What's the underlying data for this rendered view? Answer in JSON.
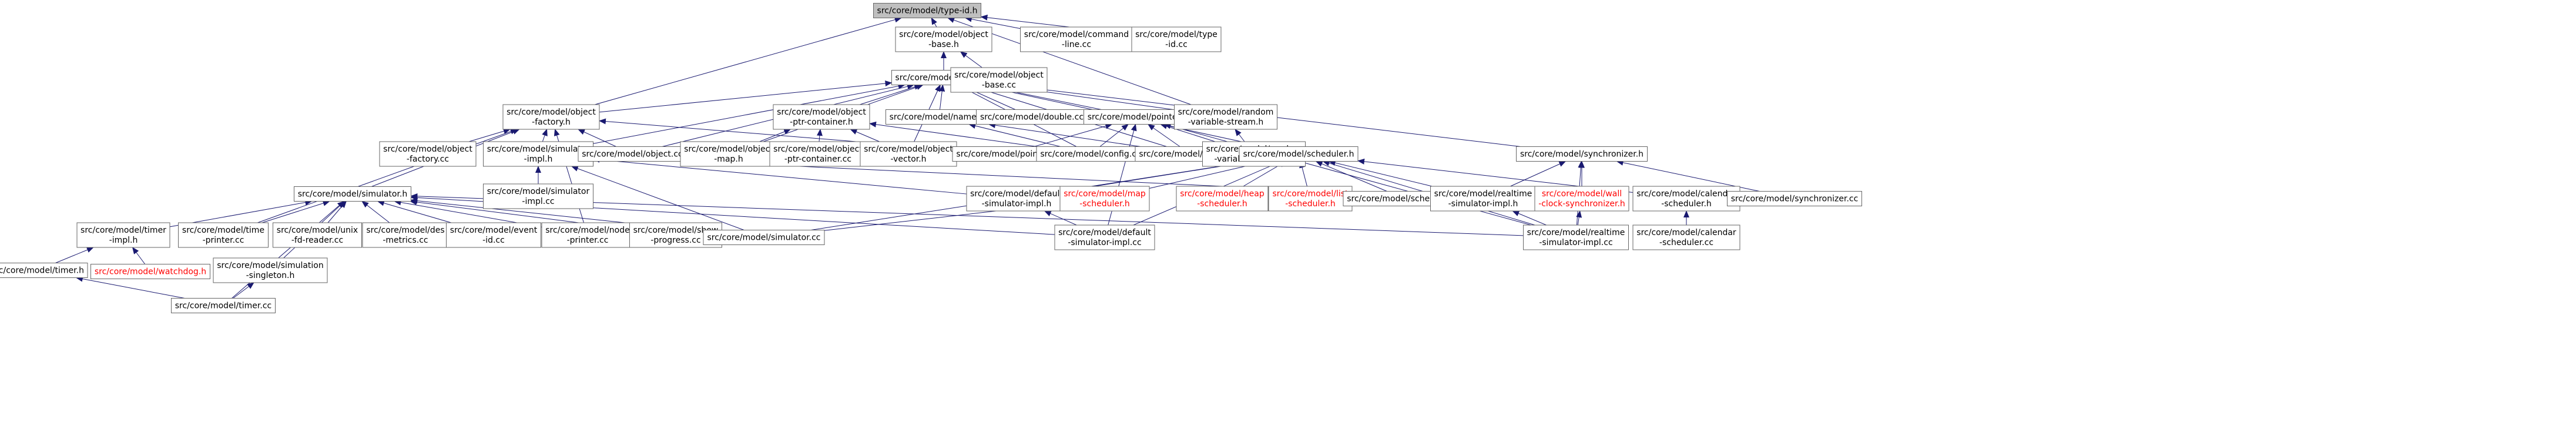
{
  "colors": {
    "node_border": "#666666",
    "node_fill": "#ffffff",
    "root_fill": "#bfbfbf",
    "text": "#000000",
    "missing_text": "#ff0000",
    "edge": "#191970"
  },
  "nodes": [
    {
      "id": "type_id_h",
      "lines": [
        "src/core/model/type-id.h"
      ],
      "root": true
    },
    {
      "id": "object_base_h",
      "lines": [
        "src/core/model/object",
        "-base.h"
      ]
    },
    {
      "id": "command_line_cc",
      "lines": [
        "src/core/model/command",
        "-line.cc"
      ]
    },
    {
      "id": "type_id_cc",
      "lines": [
        "src/core/model/type",
        "-id.cc"
      ]
    },
    {
      "id": "object_h",
      "lines": [
        "src/core/model/object.h"
      ]
    },
    {
      "id": "object_base_cc",
      "lines": [
        "src/core/model/object",
        "-base.cc"
      ]
    },
    {
      "id": "object_factory_h",
      "lines": [
        "src/core/model/object",
        "-factory.h"
      ]
    },
    {
      "id": "ptr_container_h",
      "lines": [
        "src/core/model/object",
        "-ptr-container.h"
      ]
    },
    {
      "id": "names_h",
      "lines": [
        "src/core/model/names.h"
      ]
    },
    {
      "id": "double_cc",
      "lines": [
        "src/core/model/double.cc"
      ]
    },
    {
      "id": "pointer_h",
      "lines": [
        "src/core/model/pointer.h"
      ]
    },
    {
      "id": "random_stream_h",
      "lines": [
        "src/core/model/random",
        "-variable-stream.h"
      ]
    },
    {
      "id": "object_factory_cc",
      "lines": [
        "src/core/model/object",
        "-factory.cc"
      ]
    },
    {
      "id": "simulator_impl_h",
      "lines": [
        "src/core/model/simulator",
        "-impl.h"
      ]
    },
    {
      "id": "object_cc",
      "lines": [
        "src/core/model/object.cc"
      ]
    },
    {
      "id": "object_map_h",
      "lines": [
        "src/core/model/object",
        "-map.h"
      ]
    },
    {
      "id": "ptr_container_cc",
      "lines": [
        "src/core/model/object",
        "-ptr-container.cc"
      ]
    },
    {
      "id": "object_vector_h",
      "lines": [
        "src/core/model/object",
        "-vector.h"
      ]
    },
    {
      "id": "pointer_cc",
      "lines": [
        "src/core/model/pointer.cc"
      ]
    },
    {
      "id": "config_cc",
      "lines": [
        "src/core/model/config.cc"
      ]
    },
    {
      "id": "names_cc",
      "lines": [
        "src/core/model/names.cc"
      ]
    },
    {
      "id": "random_stream_cc",
      "lines": [
        "src/core/model/random",
        "-variable-stream.cc"
      ]
    },
    {
      "id": "scheduler_h",
      "lines": [
        "src/core/model/scheduler.h"
      ]
    },
    {
      "id": "synchronizer_h",
      "lines": [
        "src/core/model/synchronizer.h"
      ]
    },
    {
      "id": "simulator_impl_cc",
      "lines": [
        "src/core/model/simulator",
        "-impl.cc"
      ]
    },
    {
      "id": "simulator_h",
      "lines": [
        "src/core/model/simulator.h"
      ]
    },
    {
      "id": "default_sim_impl_h",
      "lines": [
        "src/core/model/default",
        "-simulator-impl.h"
      ]
    },
    {
      "id": "map_scheduler_h",
      "lines": [
        "src/core/model/map",
        "-scheduler.h"
      ],
      "missing": true
    },
    {
      "id": "heap_scheduler_h",
      "lines": [
        "src/core/model/heap",
        "-scheduler.h"
      ],
      "missing": true
    },
    {
      "id": "list_scheduler_h",
      "lines": [
        "src/core/model/list",
        "-scheduler.h"
      ],
      "missing": true
    },
    {
      "id": "scheduler_cc",
      "lines": [
        "src/core/model/scheduler.cc"
      ]
    },
    {
      "id": "realtime_sim_impl_h",
      "lines": [
        "src/core/model/realtime",
        "-simulator-impl.h"
      ]
    },
    {
      "id": "wall_clock_sync_h",
      "lines": [
        "src/core/model/wall",
        "-clock-synchronizer.h"
      ],
      "missing": true
    },
    {
      "id": "calendar_scheduler_h",
      "lines": [
        "src/core/model/calendar",
        "-scheduler.h"
      ]
    },
    {
      "id": "synchronizer_cc",
      "lines": [
        "src/core/model/synchronizer.cc"
      ]
    },
    {
      "id": "timer_impl_h",
      "lines": [
        "src/core/model/timer",
        "-impl.h"
      ]
    },
    {
      "id": "time_printer_cc",
      "lines": [
        "src/core/model/time",
        "-printer.cc"
      ]
    },
    {
      "id": "unix_fd_reader_cc",
      "lines": [
        "src/core/model/unix",
        "-fd-reader.cc"
      ]
    },
    {
      "id": "des_metrics_cc",
      "lines": [
        "src/core/model/des",
        "-metrics.cc"
      ]
    },
    {
      "id": "event_id_cc",
      "lines": [
        "src/core/model/event",
        "-id.cc"
      ]
    },
    {
      "id": "node_printer_cc",
      "lines": [
        "src/core/model/node",
        "-printer.cc"
      ]
    },
    {
      "id": "show_progress_cc",
      "lines": [
        "src/core/model/show",
        "-progress.cc"
      ]
    },
    {
      "id": "simulator_cc",
      "lines": [
        "src/core/model/simulator.cc"
      ]
    },
    {
      "id": "default_sim_impl_cc",
      "lines": [
        "src/core/model/default",
        "-simulator-impl.cc"
      ]
    },
    {
      "id": "realtime_sim_impl_cc",
      "lines": [
        "src/core/model/realtime",
        "-simulator-impl.cc"
      ]
    },
    {
      "id": "calendar_scheduler_cc",
      "lines": [
        "src/core/model/calendar",
        "-scheduler.cc"
      ]
    },
    {
      "id": "timer_h",
      "lines": [
        "src/core/model/timer.h"
      ]
    },
    {
      "id": "watchdog_h",
      "lines": [
        "src/core/model/watchdog.h"
      ],
      "missing": true
    },
    {
      "id": "simulation_singleton_h",
      "lines": [
        "src/core/model/simulation",
        "-singleton.h"
      ]
    },
    {
      "id": "timer_cc",
      "lines": [
        "src/core/model/timer.cc"
      ]
    }
  ],
  "edges": [
    [
      "type_id_h",
      "object_base_h"
    ],
    [
      "type_id_h",
      "command_line_cc"
    ],
    [
      "type_id_h",
      "type_id_cc"
    ],
    [
      "type_id_h",
      "object_factory_h"
    ],
    [
      "type_id_h",
      "random_stream_h"
    ],
    [
      "object_base_h",
      "object_h"
    ],
    [
      "object_base_h",
      "object_base_cc"
    ],
    [
      "object_h",
      "object_factory_h"
    ],
    [
      "object_h",
      "ptr_container_h"
    ],
    [
      "object_h",
      "names_h"
    ],
    [
      "object_h",
      "double_cc"
    ],
    [
      "object_h",
      "pointer_h"
    ],
    [
      "object_h",
      "random_stream_h"
    ],
    [
      "object_h",
      "simulator_impl_h"
    ],
    [
      "object_h",
      "object_cc"
    ],
    [
      "object_h",
      "object_map_h"
    ],
    [
      "object_h",
      "object_vector_h"
    ],
    [
      "object_h",
      "config_cc"
    ],
    [
      "object_h",
      "names_cc"
    ],
    [
      "object_h",
      "scheduler_h"
    ],
    [
      "object_h",
      "synchronizer_h"
    ],
    [
      "object_factory_h",
      "object_factory_cc"
    ],
    [
      "object_factory_h",
      "simulator_impl_h"
    ],
    [
      "object_factory_h",
      "object_cc"
    ],
    [
      "object_factory_h",
      "pointer_cc"
    ],
    [
      "object_factory_h",
      "simulator_h"
    ],
    [
      "object_factory_h",
      "node_printer_cc"
    ],
    [
      "object_factory_h",
      "time_printer_cc"
    ],
    [
      "ptr_container_h",
      "object_map_h"
    ],
    [
      "ptr_container_h",
      "ptr_container_cc"
    ],
    [
      "ptr_container_h",
      "object_vector_h"
    ],
    [
      "ptr_container_h",
      "config_cc"
    ],
    [
      "names_h",
      "config_cc"
    ],
    [
      "names_h",
      "names_cc"
    ],
    [
      "pointer_h",
      "pointer_cc"
    ],
    [
      "pointer_h",
      "config_cc"
    ],
    [
      "pointer_h",
      "names_cc"
    ],
    [
      "pointer_h",
      "random_stream_cc"
    ],
    [
      "pointer_h",
      "default_sim_impl_cc"
    ],
    [
      "pointer_h",
      "realtime_sim_impl_cc"
    ],
    [
      "random_stream_h",
      "random_stream_cc"
    ],
    [
      "simulator_impl_h",
      "simulator_impl_cc"
    ],
    [
      "simulator_impl_h",
      "default_sim_impl_h"
    ],
    [
      "simulator_impl_h",
      "realtime_sim_impl_h"
    ],
    [
      "simulator_impl_h",
      "simulator_cc"
    ],
    [
      "scheduler_h",
      "default_sim_impl_h"
    ],
    [
      "scheduler_h",
      "map_scheduler_h"
    ],
    [
      "scheduler_h",
      "heap_scheduler_h"
    ],
    [
      "scheduler_h",
      "list_scheduler_h"
    ],
    [
      "scheduler_h",
      "scheduler_cc"
    ],
    [
      "scheduler_h",
      "realtime_sim_impl_h"
    ],
    [
      "scheduler_h",
      "calendar_scheduler_h"
    ],
    [
      "scheduler_h",
      "simulator_cc"
    ],
    [
      "scheduler_h",
      "default_sim_impl_cc"
    ],
    [
      "scheduler_h",
      "realtime_sim_impl_cc"
    ],
    [
      "synchronizer_h",
      "wall_clock_sync_h"
    ],
    [
      "synchronizer_h",
      "realtime_sim_impl_h"
    ],
    [
      "synchronizer_h",
      "synchronizer_cc"
    ],
    [
      "synchronizer_h",
      "realtime_sim_impl_cc"
    ],
    [
      "simulator_h",
      "timer_impl_h"
    ],
    [
      "simulator_h",
      "time_printer_cc"
    ],
    [
      "simulator_h",
      "unix_fd_reader_cc"
    ],
    [
      "simulator_h",
      "des_metrics_cc"
    ],
    [
      "simulator_h",
      "event_id_cc"
    ],
    [
      "simulator_h",
      "node_printer_cc"
    ],
    [
      "simulator_h",
      "show_progress_cc"
    ],
    [
      "simulator_h",
      "simulator_cc"
    ],
    [
      "simulator_h",
      "default_sim_impl_cc"
    ],
    [
      "simulator_h",
      "realtime_sim_impl_cc"
    ],
    [
      "simulator_h",
      "simulation_singleton_h"
    ],
    [
      "simulator_h",
      "timer_cc"
    ],
    [
      "default_sim_impl_h",
      "default_sim_impl_cc"
    ],
    [
      "realtime_sim_impl_h",
      "realtime_sim_impl_cc"
    ],
    [
      "wall_clock_sync_h",
      "realtime_sim_impl_cc"
    ],
    [
      "calendar_scheduler_h",
      "calendar_scheduler_cc"
    ],
    [
      "map_scheduler_h",
      "simulator_cc"
    ],
    [
      "timer_impl_h",
      "timer_h"
    ],
    [
      "timer_impl_h",
      "watchdog_h"
    ],
    [
      "timer_h",
      "timer_cc"
    ],
    [
      "simulation_singleton_h",
      "timer_cc"
    ]
  ]
}
